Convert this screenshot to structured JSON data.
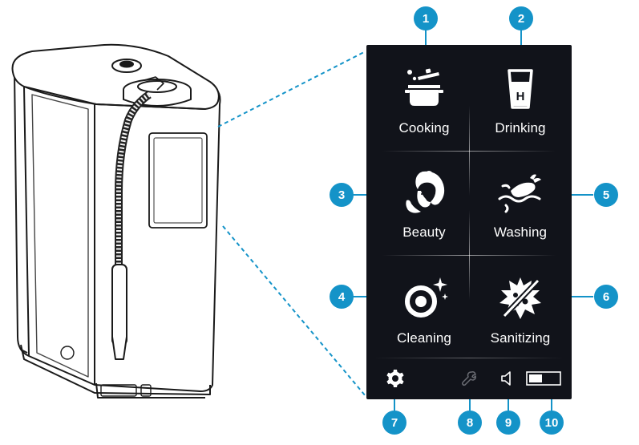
{
  "colors": {
    "accent": "#1493c8",
    "screen_bg": "#11131a",
    "icon": "#ffffff",
    "device_line": "#1a1a1a"
  },
  "modes": [
    {
      "id": "cooking",
      "label": "Cooking",
      "icon": "pot-icon",
      "callout": "1"
    },
    {
      "id": "drinking",
      "label": "Drinking",
      "icon": "glass-icon",
      "callout": "2"
    },
    {
      "id": "beauty",
      "label": "Beauty",
      "icon": "face-icon",
      "callout": "3"
    },
    {
      "id": "washing",
      "label": "Washing",
      "icon": "vegetable-wash-icon",
      "callout": "5"
    },
    {
      "id": "cleaning",
      "label": "Cleaning",
      "icon": "sparkle-ring-icon",
      "callout": "4"
    },
    {
      "id": "sanitizing",
      "label": "Sanitizing",
      "icon": "germ-cross-icon",
      "callout": "6"
    }
  ],
  "glass_letter": "H",
  "bottom_bar": [
    {
      "id": "settings",
      "icon": "gear-icon",
      "callout": "7"
    },
    {
      "id": "maintenance",
      "icon": "wrench-icon",
      "callout": "8"
    },
    {
      "id": "sound",
      "icon": "speaker-icon",
      "callout": "9"
    },
    {
      "id": "filter",
      "icon": "battery-icon",
      "callout": "10",
      "level": 0.45
    }
  ]
}
